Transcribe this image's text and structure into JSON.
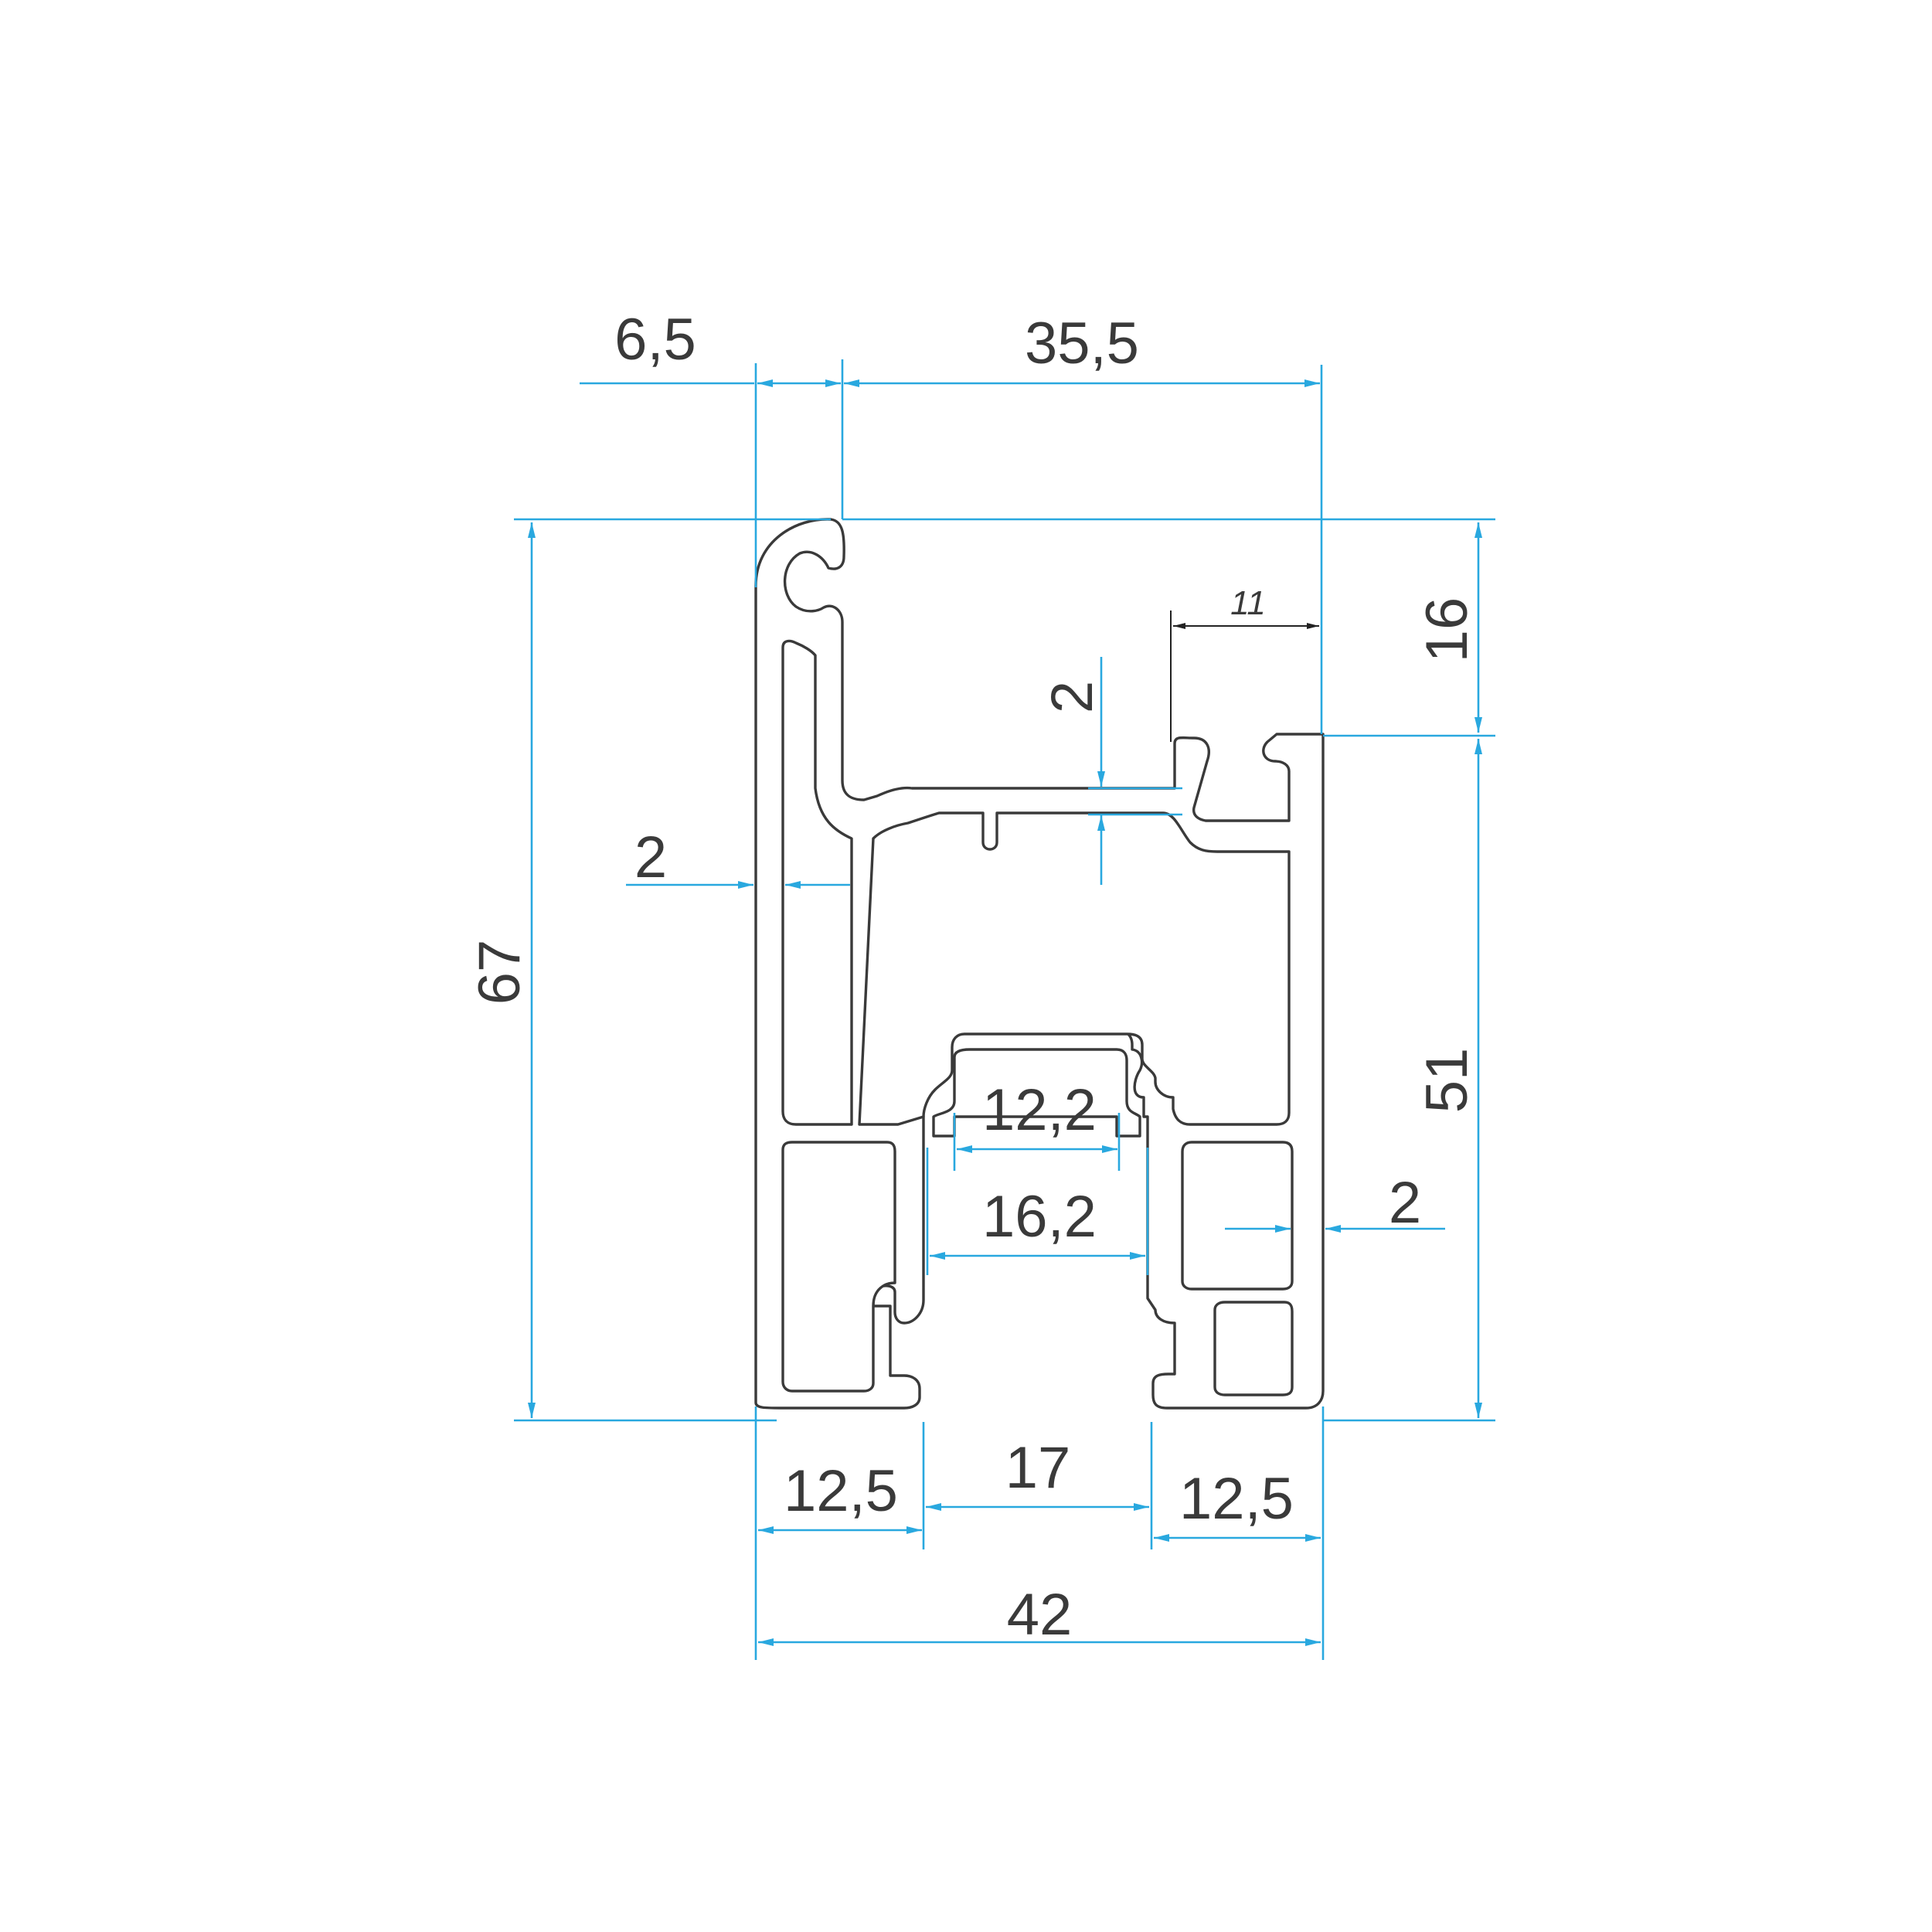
{
  "colors": {
    "dimension": "#29a8df",
    "outline": "#3a3a3a",
    "background": "#ffffff"
  },
  "dimensions": {
    "top_left_width": "6,5",
    "top_right_width": "35,5",
    "overall_height": "67",
    "upper_height": "16",
    "lower_height": "51",
    "web_thickness": "2",
    "left_wall": "2",
    "right_wall": "2",
    "slot_narrow": "12,2",
    "slot_wide": "16,2",
    "lip_offset": "11",
    "bottom_left": "12,5",
    "bottom_center": "17",
    "bottom_right": "12,5",
    "overall_width": "42"
  }
}
